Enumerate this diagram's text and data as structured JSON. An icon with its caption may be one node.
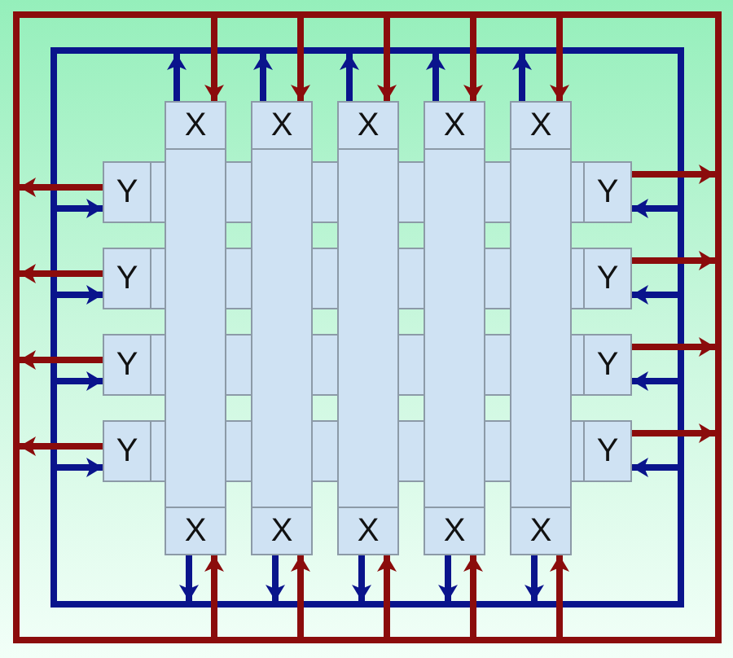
{
  "diagram": {
    "nodes": [
      {
        "text": [],
        "shape": "box"
      },
      {
        "text": [],
        "shape": "box",
        "in": 0
      },
      {
        "text": [],
        "shape": "bar",
        "in": 1
      },
      {
        "text": [],
        "shape": "bar",
        "in": 1
      },
      {
        "text": [],
        "shape": "bar",
        "in": 1
      },
      {
        "text": [],
        "shape": "bar",
        "in": 1
      },
      {
        "text": [],
        "shape": "bar",
        "in": 1
      },
      {
        "text": [
          "X"
        ],
        "in": 2
      },
      {
        "text": [
          "X"
        ],
        "in": 3
      },
      {
        "text": [
          "X"
        ],
        "in": 4
      },
      {
        "text": [
          "X"
        ],
        "in": 5
      },
      {
        "text": [
          "X"
        ],
        "in": 6
      },
      {
        "text": [
          "Y"
        ],
        "in": 1
      },
      {
        "text": [
          "Y"
        ],
        "in": 1
      },
      {
        "text": [
          "Y"
        ],
        "in": 1
      },
      {
        "text": [
          "Y"
        ],
        "in": 1
      },
      {
        "text": [
          "Y"
        ],
        "in": 1
      },
      {
        "text": [
          "Y"
        ],
        "in": 1
      },
      {
        "text": [
          "Y"
        ],
        "in": 1
      },
      {
        "text": [
          "Y"
        ],
        "in": 1
      },
      {
        "text": [
          "X"
        ],
        "in": 2
      },
      {
        "text": [
          "X"
        ],
        "in": 3
      },
      {
        "text": [
          "X"
        ],
        "in": 4
      },
      {
        "text": [
          "X"
        ],
        "in": 5
      },
      {
        "text": [
          "X"
        ],
        "in": 6
      }
    ],
    "edges": [
      {
        "from": 7,
        "to": 1,
        "arrow": "to",
        "color": "#0a148c"
      },
      {
        "from": 0,
        "to": 7,
        "arrow": "to",
        "color": "#8b0c0c"
      },
      {
        "from": 8,
        "to": 1,
        "arrow": "to",
        "color": "#0a148c"
      },
      {
        "from": 0,
        "to": 8,
        "arrow": "to",
        "color": "#8b0c0c"
      },
      {
        "from": 9,
        "to": 1,
        "arrow": "to",
        "color": "#0a148c"
      },
      {
        "from": 0,
        "to": 9,
        "arrow": "to",
        "color": "#8b0c0c"
      },
      {
        "from": 10,
        "to": 1,
        "arrow": "to",
        "color": "#0a148c"
      },
      {
        "from": 0,
        "to": 10,
        "arrow": "to",
        "color": "#8b0c0c"
      },
      {
        "from": 11,
        "to": 1,
        "arrow": "to",
        "color": "#0a148c"
      },
      {
        "from": 0,
        "to": 11,
        "arrow": "to",
        "color": "#8b0c0c"
      },
      {
        "from": 12,
        "to": 0,
        "arrow": "to",
        "color": "#8b0c0c"
      },
      {
        "from": 1,
        "to": 12,
        "arrow": "to",
        "color": "#0a148c"
      },
      {
        "from": 13,
        "to": 0,
        "arrow": "to",
        "color": "#8b0c0c"
      },
      {
        "from": 1,
        "to": 13,
        "arrow": "to",
        "color": "#0a148c"
      },
      {
        "from": 14,
        "to": 0,
        "arrow": "to",
        "color": "#8b0c0c"
      },
      {
        "from": 1,
        "to": 14,
        "arrow": "to",
        "color": "#0a148c"
      },
      {
        "from": 15,
        "to": 0,
        "arrow": "to",
        "color": "#8b0c0c"
      },
      {
        "from": 1,
        "to": 15,
        "arrow": "to",
        "color": "#0a148c"
      },
      {
        "from": 16,
        "to": 0,
        "arrow": "to",
        "color": "#8b0c0c"
      },
      {
        "from": 1,
        "to": 16,
        "arrow": "to",
        "color": "#0a148c"
      },
      {
        "from": 17,
        "to": 0,
        "arrow": "to",
        "color": "#8b0c0c"
      },
      {
        "from": 1,
        "to": 17,
        "arrow": "to",
        "color": "#0a148c"
      },
      {
        "from": 18,
        "to": 0,
        "arrow": "to",
        "color": "#8b0c0c"
      },
      {
        "from": 1,
        "to": 18,
        "arrow": "to",
        "color": "#0a148c"
      },
      {
        "from": 19,
        "to": 0,
        "arrow": "to",
        "color": "#8b0c0c"
      },
      {
        "from": 1,
        "to": 19,
        "arrow": "to",
        "color": "#0a148c"
      },
      {
        "from": 20,
        "to": 1,
        "arrow": "to",
        "color": "#0a148c"
      },
      {
        "from": 0,
        "to": 20,
        "arrow": "to",
        "color": "#8b0c0c"
      },
      {
        "from": 21,
        "to": 1,
        "arrow": "to",
        "color": "#0a148c"
      },
      {
        "from": 0,
        "to": 21,
        "arrow": "to",
        "color": "#8b0c0c"
      },
      {
        "from": 22,
        "to": 1,
        "arrow": "to",
        "color": "#0a148c"
      },
      {
        "from": 0,
        "to": 22,
        "arrow": "to",
        "color": "#8b0c0c"
      },
      {
        "from": 23,
        "to": 1,
        "arrow": "to",
        "color": "#0a148c"
      },
      {
        "from": 0,
        "to": 23,
        "arrow": "to",
        "color": "#8b0c0c"
      },
      {
        "from": 24,
        "to": 1,
        "arrow": "to",
        "color": "#0a148c"
      },
      {
        "from": 0,
        "to": 24,
        "arrow": "to",
        "color": "#8b0c0c"
      }
    ]
  }
}
